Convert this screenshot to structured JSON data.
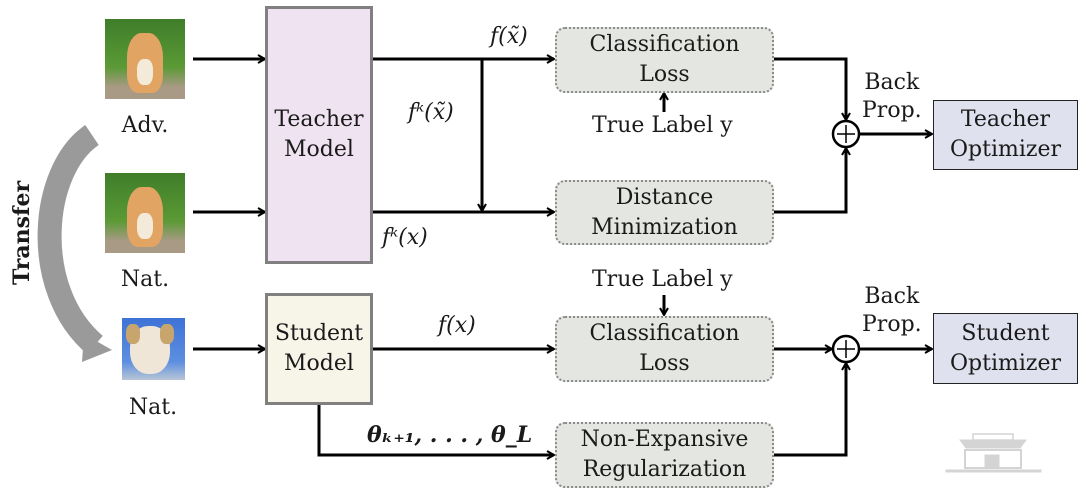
{
  "inputs": {
    "adv": {
      "label": "Adv.",
      "image": "kitten-photo"
    },
    "nat_teacher": {
      "label": "Nat.",
      "image": "kitten-photo"
    },
    "nat_student": {
      "label": "Nat.",
      "image": "puppy-photo"
    }
  },
  "transfer_label": "Transfer",
  "teacher": {
    "line1": "Teacher",
    "line2": "Model"
  },
  "student": {
    "line1": "Student",
    "line2": "Model"
  },
  "signals": {
    "f_adv": "f(x̃)",
    "fk_adv": "fᵏ(x̃)",
    "fk_nat": "fᵏ(x)",
    "f_nat": "f(x)",
    "theta": "θₖ₊₁, . . . , θ_L"
  },
  "losses": {
    "teacher_cls": {
      "line1": "Classification",
      "line2": "Loss"
    },
    "distance": {
      "line1": "Distance",
      "line2": "Minimization"
    },
    "student_cls": {
      "line1": "Classification",
      "line2": "Loss"
    },
    "nonexp": {
      "line1": "Non-Expansive",
      "line2": "Regularization"
    }
  },
  "true_label_top": "True Label y",
  "true_label_bottom": "True Label y",
  "backprop_top": {
    "line1": "Back",
    "line2": "Prop."
  },
  "backprop_bottom": {
    "line1": "Back",
    "line2": "Prop."
  },
  "teacher_optimizer": {
    "line1": "Teacher",
    "line2": "Optimizer"
  },
  "student_optimizer": {
    "line1": "Student",
    "line2": "Optimizer"
  },
  "sum_symbol": "+",
  "colors": {
    "teacher_fill": "#efe3f1",
    "student_fill": "#f7f4e8",
    "loss_fill": "#e3e6e1",
    "optimizer_fill": "#e0e1ee",
    "transfer_arrow": "#9a9a9a"
  }
}
